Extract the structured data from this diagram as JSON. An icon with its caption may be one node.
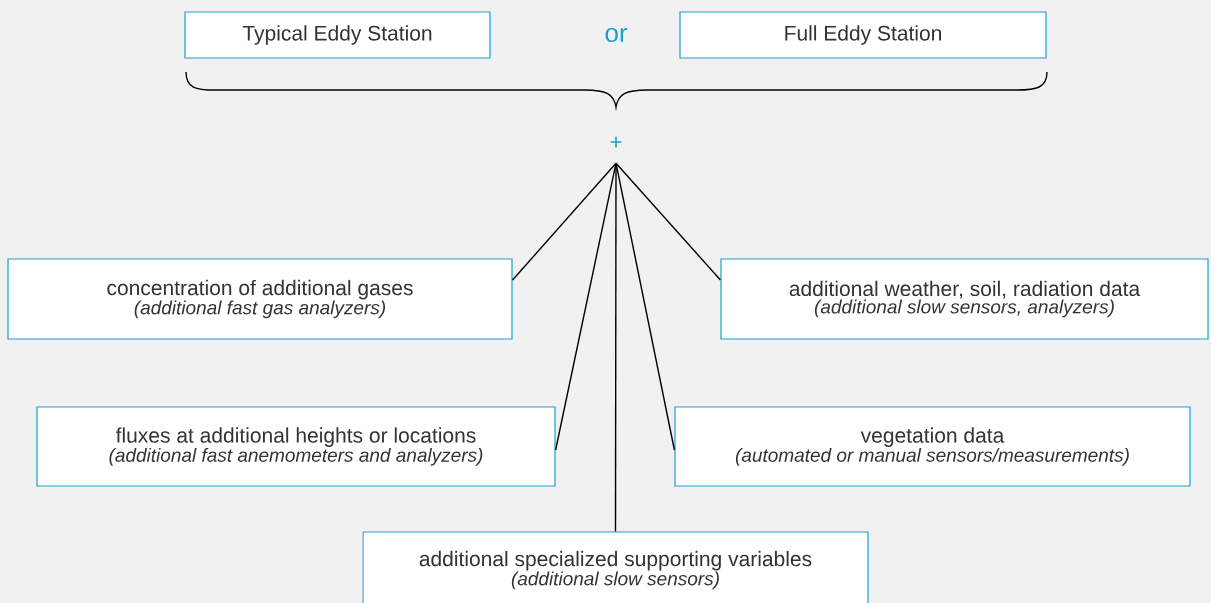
{
  "diagram": {
    "nodes": [
      {
        "text": [
          "Typical Eddy Station"
        ]
      },
      {
        "text": [
          "Full Eddy Station"
        ]
      },
      {
        "text": [
          "+"
        ]
      },
      {
        "text": [
          "concentration of additional gases",
          "(additional fast gas analyzers)"
        ]
      },
      {
        "text": [
          "additional weather, soil, radiation data",
          "(additional slow sensors, analyzers)"
        ]
      },
      {
        "text": [
          "fluxes at additional heights or locations",
          "(additional fast anemometers and analyzers)"
        ]
      },
      {
        "text": [
          "vegetation data",
          "(automated or manual sensors/measurements)"
        ]
      },
      {
        "text": [
          "additional specialized supporting variables",
          "(additional slow sensors)"
        ]
      }
    ],
    "edges": [
      {
        "from": 2,
        "to": 3,
        "arrow": "none"
      },
      {
        "from": 2,
        "to": 4,
        "arrow": "none"
      },
      {
        "from": 2,
        "to": 5,
        "arrow": "none"
      },
      {
        "from": 2,
        "to": 6,
        "arrow": "none"
      },
      {
        "from": 2,
        "to": 7,
        "arrow": "none"
      }
    ],
    "labels": [
      "or"
    ]
  }
}
